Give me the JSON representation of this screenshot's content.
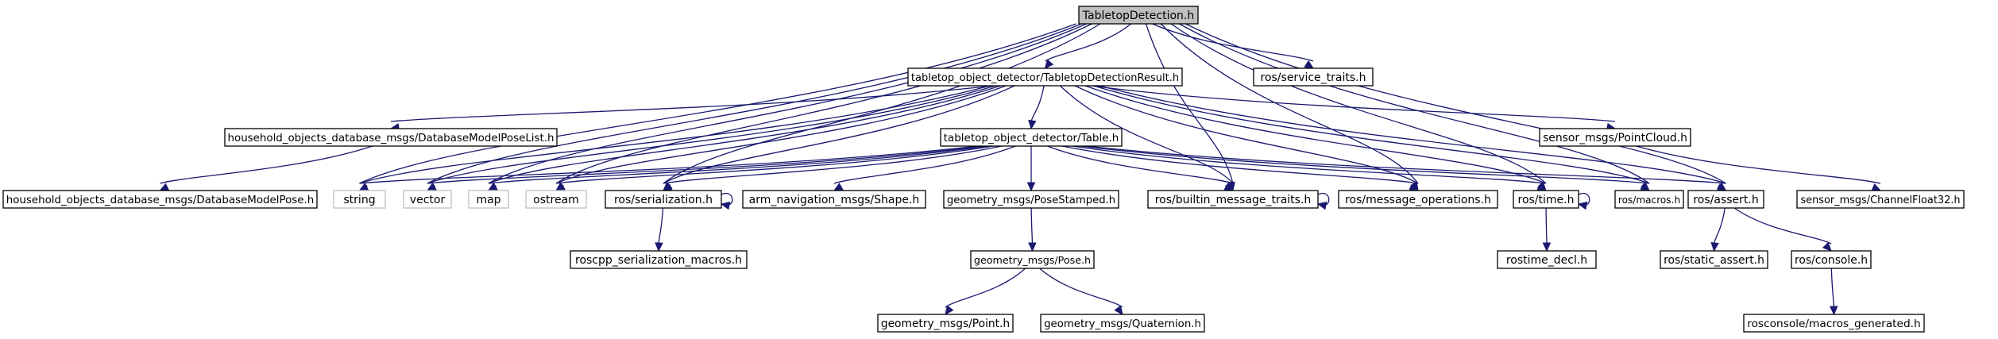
{
  "graph": {
    "colors": {
      "edge": "#191970",
      "node_border": "#000000",
      "external_border": "#bfbfbf",
      "root_fill": "#bfbfbf",
      "node_fill": "#ffffff"
    },
    "nodes": [
      {
        "id": "root",
        "label": "TabletopDetection.h",
        "kind": "root"
      },
      {
        "id": "tdr",
        "label": "tabletop_object_detector/TabletopDetectionResult.h",
        "kind": "file"
      },
      {
        "id": "svc",
        "label": "ros/service_traits.h",
        "kind": "file"
      },
      {
        "id": "dbpl",
        "label": "household_objects_database_msgs/DatabaseModelPoseList.h",
        "kind": "file"
      },
      {
        "id": "table",
        "label": "tabletop_object_detector/Table.h",
        "kind": "file"
      },
      {
        "id": "pc",
        "label": "sensor_msgs/PointCloud.h",
        "kind": "file"
      },
      {
        "id": "dbp",
        "label": "household_objects_database_msgs/DatabaseModelPose.h",
        "kind": "file"
      },
      {
        "id": "string",
        "label": "string",
        "kind": "external"
      },
      {
        "id": "vector",
        "label": "vector",
        "kind": "external"
      },
      {
        "id": "map",
        "label": "map",
        "kind": "external"
      },
      {
        "id": "ostream",
        "label": "ostream",
        "kind": "external"
      },
      {
        "id": "ser",
        "label": "ros/serialization.h",
        "kind": "file"
      },
      {
        "id": "shape",
        "label": "arm_navigation_msgs/Shape.h",
        "kind": "file"
      },
      {
        "id": "pstamp",
        "label": "geometry_msgs/PoseStamped.h",
        "kind": "file"
      },
      {
        "id": "bmt",
        "label": "ros/builtin_message_traits.h",
        "kind": "file"
      },
      {
        "id": "mo",
        "label": "ros/message_operations.h",
        "kind": "file"
      },
      {
        "id": "time",
        "label": "ros/time.h",
        "kind": "file"
      },
      {
        "id": "macros",
        "label": "ros/macros.h",
        "kind": "file"
      },
      {
        "id": "assert",
        "label": "ros/assert.h",
        "kind": "file"
      },
      {
        "id": "cf32",
        "label": "sensor_msgs/ChannelFloat32.h",
        "kind": "file"
      },
      {
        "id": "rsm",
        "label": "roscpp_serialization_macros.h",
        "kind": "file"
      },
      {
        "id": "pose",
        "label": "geometry_msgs/Pose.h",
        "kind": "file"
      },
      {
        "id": "rdecl",
        "label": "rostime_decl.h",
        "kind": "file"
      },
      {
        "id": "sassert",
        "label": "ros/static_assert.h",
        "kind": "file"
      },
      {
        "id": "console",
        "label": "ros/console.h",
        "kind": "file"
      },
      {
        "id": "point",
        "label": "geometry_msgs/Point.h",
        "kind": "file"
      },
      {
        "id": "quat",
        "label": "geometry_msgs/Quaternion.h",
        "kind": "file"
      },
      {
        "id": "rmg",
        "label": "rosconsole/macros_generated.h",
        "kind": "file"
      }
    ],
    "edges": [
      [
        "root",
        "tdr"
      ],
      [
        "root",
        "svc"
      ],
      [
        "root",
        "string"
      ],
      [
        "root",
        "vector"
      ],
      [
        "root",
        "map"
      ],
      [
        "root",
        "ostream"
      ],
      [
        "root",
        "ser"
      ],
      [
        "root",
        "bmt"
      ],
      [
        "root",
        "mo"
      ],
      [
        "root",
        "time"
      ],
      [
        "root",
        "macros"
      ],
      [
        "root",
        "assert"
      ],
      [
        "tdr",
        "dbpl"
      ],
      [
        "tdr",
        "table"
      ],
      [
        "tdr",
        "pc"
      ],
      [
        "tdr",
        "string"
      ],
      [
        "tdr",
        "vector"
      ],
      [
        "tdr",
        "map"
      ],
      [
        "tdr",
        "ostream"
      ],
      [
        "tdr",
        "ser"
      ],
      [
        "tdr",
        "bmt"
      ],
      [
        "tdr",
        "mo"
      ],
      [
        "tdr",
        "time"
      ],
      [
        "tdr",
        "macros"
      ],
      [
        "tdr",
        "assert"
      ],
      [
        "dbpl",
        "dbp"
      ],
      [
        "table",
        "string"
      ],
      [
        "table",
        "vector"
      ],
      [
        "table",
        "map"
      ],
      [
        "table",
        "ostream"
      ],
      [
        "table",
        "ser"
      ],
      [
        "table",
        "shape"
      ],
      [
        "table",
        "pstamp"
      ],
      [
        "table",
        "bmt"
      ],
      [
        "table",
        "mo"
      ],
      [
        "table",
        "time"
      ],
      [
        "table",
        "macros"
      ],
      [
        "table",
        "assert"
      ],
      [
        "pc",
        "cf32"
      ],
      [
        "ser",
        "ser"
      ],
      [
        "ser",
        "rsm"
      ],
      [
        "bmt",
        "bmt"
      ],
      [
        "time",
        "time"
      ],
      [
        "time",
        "rdecl"
      ],
      [
        "pstamp",
        "pose"
      ],
      [
        "pose",
        "point"
      ],
      [
        "pose",
        "quat"
      ],
      [
        "assert",
        "sassert"
      ],
      [
        "assert",
        "console"
      ],
      [
        "console",
        "rmg"
      ]
    ]
  }
}
